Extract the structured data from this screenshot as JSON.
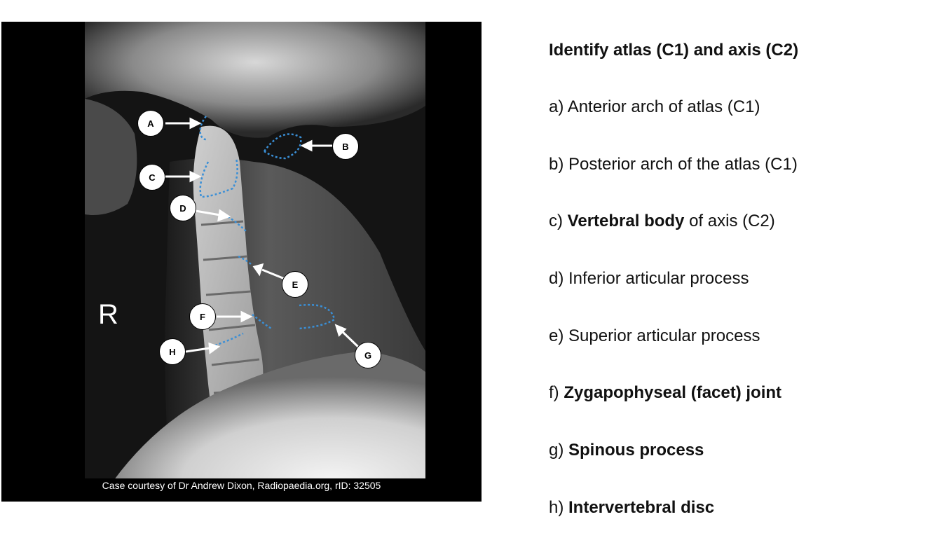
{
  "image": {
    "side_marker": "R",
    "credit": "Case courtesy of Dr Andrew Dixon, Radiopaedia.org, rID: 32505",
    "markers": [
      "A",
      "B",
      "C",
      "D",
      "E",
      "F",
      "G",
      "H"
    ],
    "outline_color": "#3a8fd6"
  },
  "legend": {
    "title": "Identify atlas (C1) and axis (C2)",
    "items": [
      {
        "prefix": "a) ",
        "bold": "",
        "rest": "Anterior arch of atlas (C1)"
      },
      {
        "prefix": "b) ",
        "bold": "",
        "rest": "Posterior arch of the atlas (C1)"
      },
      {
        "prefix": "c) ",
        "bold": "Vertebral body",
        "rest": " of axis (C2)"
      },
      {
        "prefix": "d) ",
        "bold": "",
        "rest": "Inferior articular process"
      },
      {
        "prefix": "e) ",
        "bold": "",
        "rest": "Superior articular process"
      },
      {
        "prefix": "f) ",
        "bold": "Zygapophyseal (facet) joint",
        "rest": ""
      },
      {
        "prefix": "g) ",
        "bold": "Spinous process",
        "rest": ""
      },
      {
        "prefix": "h) ",
        "bold": "Intervertebral disc",
        "rest": ""
      }
    ]
  }
}
